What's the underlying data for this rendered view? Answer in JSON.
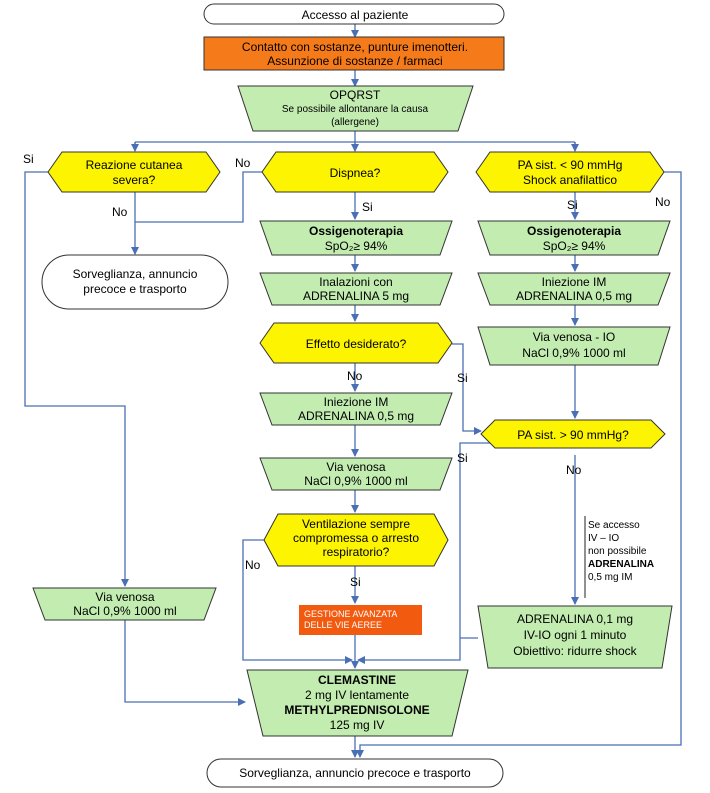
{
  "nodes": {
    "start": [
      "Accesso al paziente"
    ],
    "contact": [
      "Contatto con sostanze, punture imenotteri.",
      "Assunzione di sostanze / farmaci"
    ],
    "opqrst": [
      "OPQRST",
      "Se possibile allontanare la causa",
      "(allergene)"
    ],
    "skin": [
      "Reazione cutanea",
      "severa?"
    ],
    "dyspnea": [
      "Dispnea?"
    ],
    "shock": [
      "PA sist. < 90 mmHg",
      "Shock anafilattico"
    ],
    "monitor_left": [
      "Sorveglianza, annuncio",
      "precoce e trasporto"
    ],
    "oxy_mid": [
      "Ossigenoterapia",
      "SpO₂≥ 94%"
    ],
    "oxy_right": [
      "Ossigenoterapia",
      "SpO₂≥ 94%"
    ],
    "inhal": [
      "Inalazioni con",
      "ADRENALINA 5 mg"
    ],
    "inj_right": [
      "Iniezione IM",
      "ADRENALINA 0,5 mg"
    ],
    "effect": [
      "Effetto desiderato?"
    ],
    "iv_io": [
      "Via venosa - IO",
      "NaCl 0,9% 1000 ml"
    ],
    "inj_mid": [
      "Iniezione IM",
      "ADRENALINA 0,5 mg"
    ],
    "pa_check": [
      "PA sist. > 90 mmHg?"
    ],
    "iv_mid": [
      "Via venosa",
      "NaCl 0,9% 1000 ml"
    ],
    "vent": [
      "Ventilazione sempre",
      "compromessa o arresto",
      "respiratorio?"
    ],
    "gestione": [
      "GESTIONE AVANZATA",
      "DELLE VIE AEREE"
    ],
    "iv_left": [
      "Via venosa",
      "NaCl 0,9% 1000 ml"
    ],
    "adr_iv": [
      "ADRENALINA 0,1 mg",
      "IV-IO ogni 1 minuto",
      "Obiettivo: ridurre shock"
    ],
    "side_note": [
      "Se accesso",
      "IV – IO",
      "non possibile",
      "ADRENALINA",
      "0,5 mg IM"
    ],
    "clemastine": [
      "CLEMASTINE",
      "2 mg IV lentamente",
      "METHYLPREDNISOLONE",
      "125 mg IV"
    ],
    "end": [
      "Sorveglianza, annuncio precoce e trasporto"
    ]
  },
  "edge_labels": {
    "skin_yes": "Si",
    "skin_no": "No",
    "dyspnea_no": "No",
    "dyspnea_yes": "Si",
    "shock_yes": "Si",
    "shock_no": "No",
    "effect_no": "No",
    "effect_yes": "Si",
    "pa_yes": "Si",
    "pa_no": "No",
    "vent_no": "No",
    "vent_yes": "Si"
  },
  "colors": {
    "green_fill": "#c2ecb0",
    "yellow_fill": "#fcf400",
    "orange_fill": "#f57a1a",
    "red_fill": "#f25a10",
    "arrow": "#4a6fb5",
    "border": "#333333"
  }
}
